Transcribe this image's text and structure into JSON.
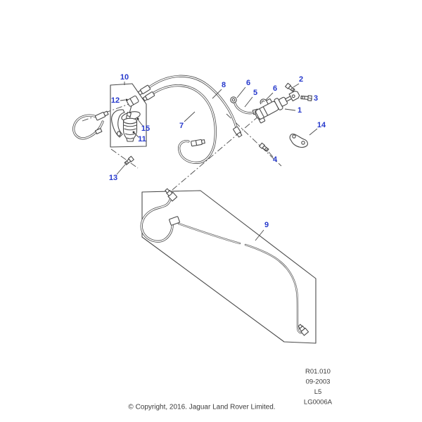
{
  "diagram": {
    "callouts": [
      {
        "label": "10"
      },
      {
        "label": "12"
      },
      {
        "label": "15"
      },
      {
        "label": "11"
      },
      {
        "label": "13"
      },
      {
        "label": "7"
      },
      {
        "label": "8"
      },
      {
        "label": "6"
      },
      {
        "label": "5"
      },
      {
        "label": "6"
      },
      {
        "label": "2"
      },
      {
        "label": "3"
      },
      {
        "label": "1"
      },
      {
        "label": "14"
      },
      {
        "label": "4"
      },
      {
        "label": "9"
      }
    ],
    "colors": {
      "callout": "#2639cc",
      "line": "#4a4a4a"
    },
    "footer": {
      "ref": "R01.010",
      "date": "09-2003",
      "model": "L5",
      "code": "LG0006A"
    },
    "copyright": "© Copyright, 2016. Jaguar Land Rover Limited."
  }
}
